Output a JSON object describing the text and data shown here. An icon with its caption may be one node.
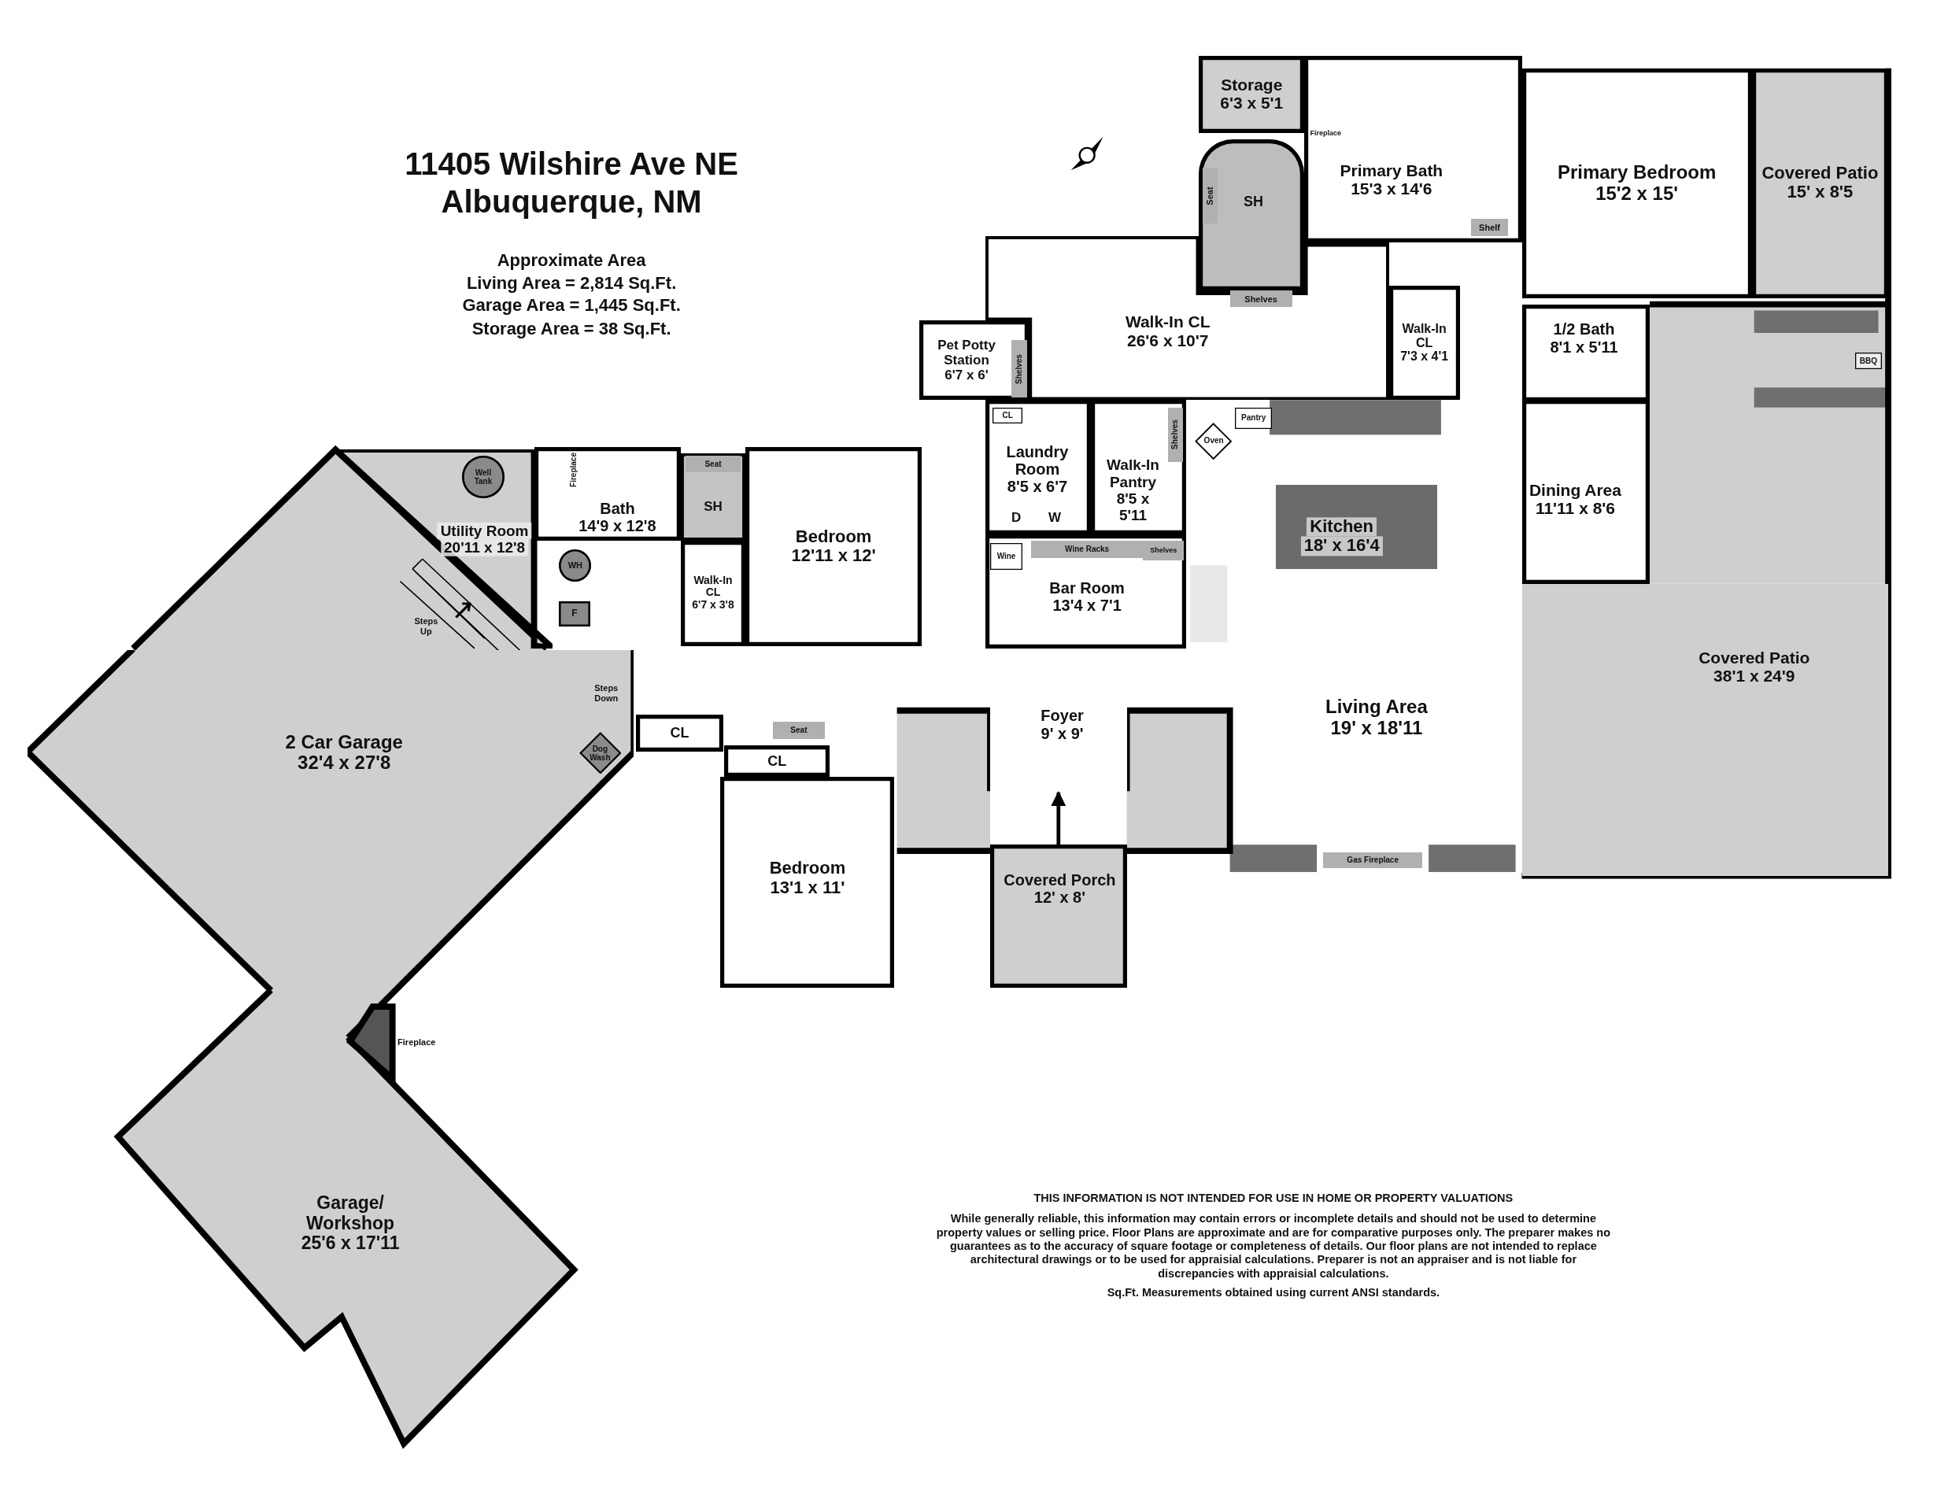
{
  "diagram": {
    "title": "11405 Wilshire Ave NE Albuquerque, NM",
    "nodes": [
      {
        "text": [
          "Storage",
          "6'3 x 5'1"
        ]
      },
      {
        "text": [
          "Primary Bath",
          "15'3 x 14'6"
        ]
      },
      {
        "text": [
          "Primary Bedroom",
          "15'2 x 15'"
        ]
      },
      {
        "text": [
          "Covered Patio",
          "15' x 8'5"
        ]
      },
      {
        "text": [
          "SH"
        ]
      },
      {
        "text": [
          "Seat"
        ],
        "in": 4
      },
      {
        "text": [
          "Shelf"
        ],
        "in": 1
      },
      {
        "text": [
          "Walk-In CL",
          "26'6 x 10'7"
        ]
      },
      {
        "text": [
          "Shelves"
        ],
        "in": 7
      },
      {
        "text": [
          "Walk-In CL",
          "7'3 x 4'1"
        ]
      },
      {
        "text": [
          "1/2 Bath",
          "8'1 x 5'11"
        ]
      },
      {
        "text": [
          "BBQ"
        ]
      },
      {
        "text": [
          "Pet Potty Station",
          "6'7 x 6'"
        ]
      },
      {
        "text": [
          "Shelves"
        ],
        "in": 12
      },
      {
        "text": [
          "Laundry Room",
          "8'5 x 6'7"
        ]
      },
      {
        "text": [
          "CL"
        ],
        "in": 14
      },
      {
        "text": [
          "Walk-In Pantry",
          "8'5 x 5'11"
        ]
      },
      {
        "text": [
          "Shelves"
        ],
        "in": 16
      },
      {
        "text": [
          "Oven"
        ]
      },
      {
        "text": [
          "Pantry"
        ]
      },
      {
        "text": [
          "Kitchen",
          "18' x 16'4"
        ]
      },
      {
        "text": [
          "Dining Area",
          "11'11 x 8'6"
        ]
      },
      {
        "text": [
          "Bedroom",
          "12'11 x 12'"
        ]
      },
      {
        "text": [
          "Bath",
          "14'9 x 12'8"
        ]
      },
      {
        "text": [
          "SH"
        ]
      },
      {
        "text": [
          "Seat"
        ],
        "in": 24
      },
      {
        "text": [
          "Utility Room",
          "20'11 x 12'8"
        ]
      },
      {
        "text": [
          "Well Tank"
        ],
        "in": 26
      },
      {
        "text": [
          "WH"
        ]
      },
      {
        "text": [
          "F"
        ]
      },
      {
        "text": [
          "Walk-In CL",
          "6'7 x 3'8"
        ]
      },
      {
        "text": [
          "Bar Room",
          "13'4 x 7'1"
        ]
      },
      {
        "text": [
          "Wine"
        ],
        "in": 31
      },
      {
        "text": [
          "Wine Racks"
        ],
        "in": 31
      },
      {
        "text": [
          "Shelves"
        ],
        "in": 31
      },
      {
        "text": [
          "Covered Patio",
          "38'1 x 24'9"
        ]
      },
      {
        "text": [
          "Living Area",
          "19' x 18'11"
        ]
      },
      {
        "text": [
          "Gas Fireplace"
        ],
        "in": 36
      },
      {
        "text": [
          "CL"
        ]
      },
      {
        "text": [
          "Seat"
        ]
      },
      {
        "text": [
          "CL"
        ]
      },
      {
        "text": [
          "Foyer",
          "9' x 9'"
        ]
      },
      {
        "text": [
          "2 Car Garage",
          "32'4 x 27'8"
        ]
      },
      {
        "text": [
          "Dog Wash"
        ],
        "in": 42
      },
      {
        "text": [
          "Bedroom",
          "13'1 x 11'"
        ]
      },
      {
        "text": [
          "Covered Porch",
          "12' x 8'"
        ]
      },
      {
        "text": [
          "Garage/ Workshop",
          "25'6 x 17'11"
        ]
      },
      {
        "text": [],
        "shape": "box",
        "beside": [
          "Fireplace"
        ]
      }
    ],
    "edges": [
      {
        "from": 45,
        "to": 41,
        "arrow": "to"
      }
    ],
    "labels": [
      "Approximate Area",
      "Living Area = 2,814 Sq.Ft.",
      "Garage Area = 1,445 Sq.Ft.",
      "Storage Area = 38 Sq.Ft.",
      "Fireplace",
      "Fireplace",
      "D",
      "W",
      "Steps Up",
      "Steps Down",
      "THIS INFORMATION IS NOT INTENDED FOR USE IN HOME OR PROPERTY VALUATIONS",
      "While generally reliable, this information may contain errors or incomplete details and should not be used to determine property values or selling price. Floor Plans are approximate and are for comparative purposes only. The preparer makes no guarantees as to the accuracy of square footage or completeness of details. Our floor plans are not intended to replace architectural drawings or to be used for appraisial calculations. Preparer is not an appraiser and is not liable for discrepancies with appraisial calculations.",
      "Sq.Ft. Measurements obtained using current ANSI standards."
    ]
  }
}
